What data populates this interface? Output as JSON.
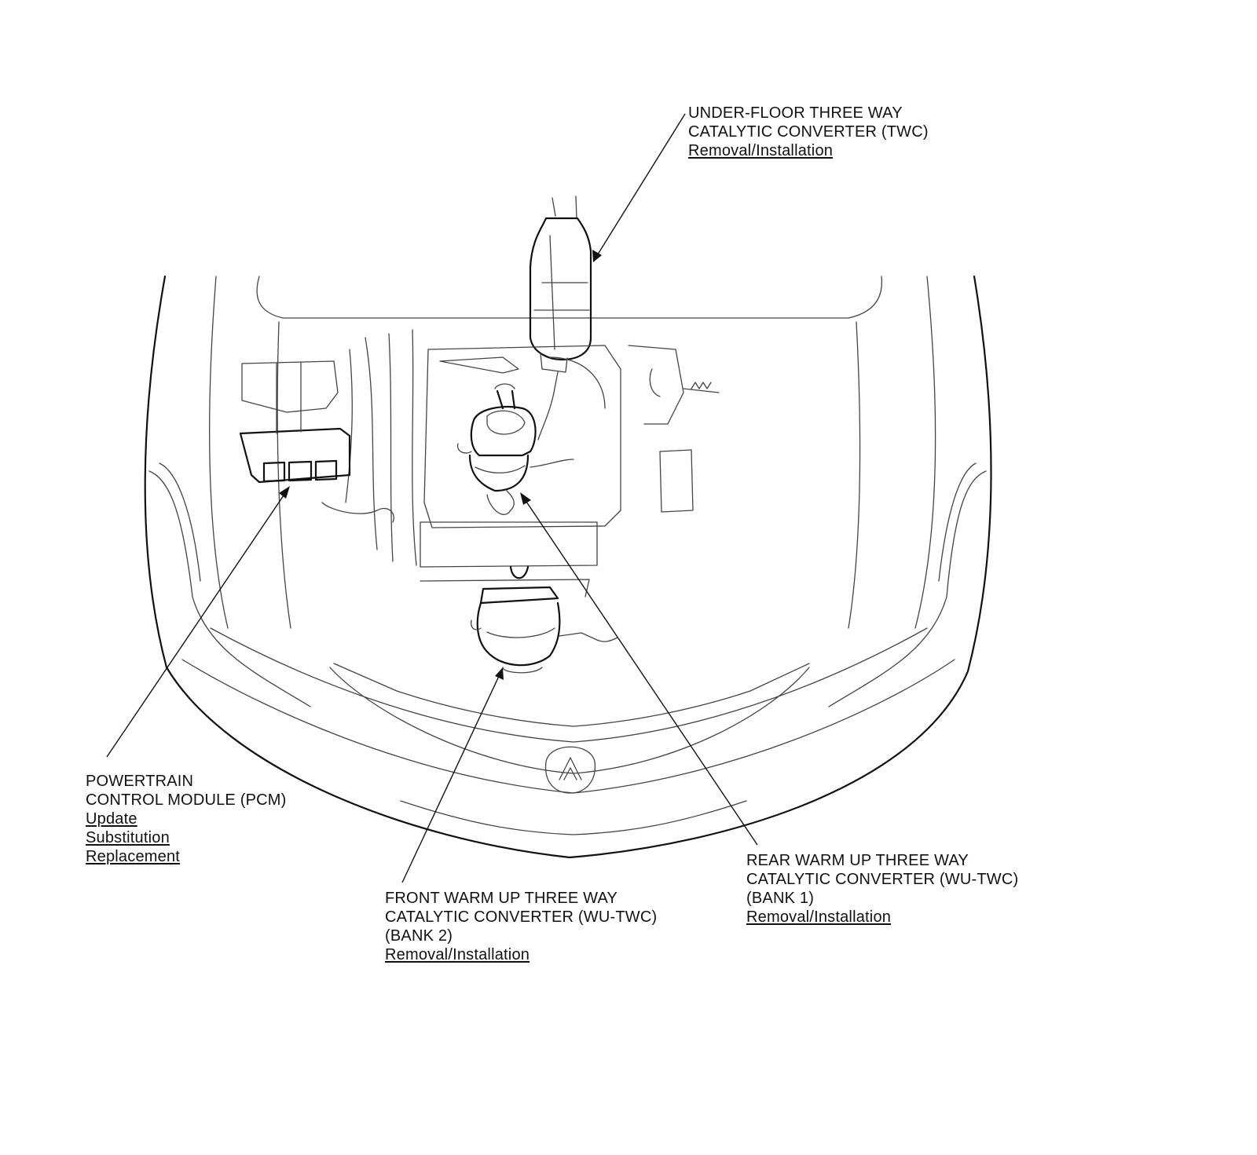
{
  "callouts": {
    "twc": {
      "line1": "UNDER-FLOOR THREE WAY",
      "line2": "CATALYTIC CONVERTER (TWC)",
      "link1": "Removal/Installation"
    },
    "pcm": {
      "line1": "POWERTRAIN",
      "line2": "CONTROL MODULE (PCM)",
      "link1": "Update",
      "link2": "Substitution",
      "link3": "Replacement"
    },
    "rear": {
      "line1": "REAR WARM UP THREE WAY",
      "line2": "CATALYTIC CONVERTER (WU-TWC)",
      "line3": "(BANK 1)",
      "link1": "Removal/Installation"
    },
    "front": {
      "line1": "FRONT WARM UP THREE WAY",
      "line2": "CATALYTIC CONVERTER (WU-TWC)",
      "line3": "(BANK 2)",
      "link1": "Removal/Installation"
    }
  },
  "colors": {
    "line": "#444444",
    "ink": "#111111",
    "background": "#ffffff"
  }
}
